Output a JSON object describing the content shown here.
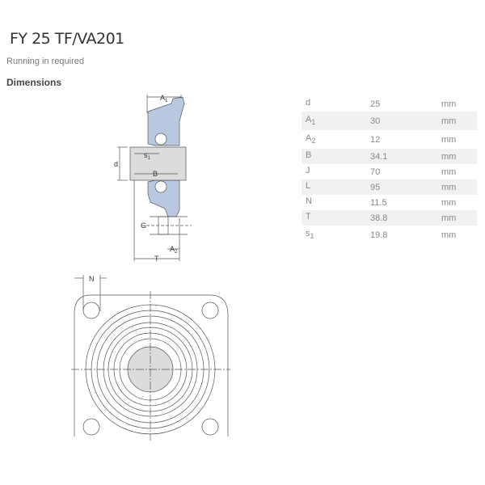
{
  "title": "FY 25 TF/VA201",
  "subtitle": "Running in required",
  "section": "Dimensions",
  "dimensions": [
    {
      "sym": "d",
      "sub": "",
      "value": "25",
      "unit": "mm"
    },
    {
      "sym": "A",
      "sub": "1",
      "value": "30",
      "unit": "mm"
    },
    {
      "sym": "A",
      "sub": "2",
      "value": "12",
      "unit": "mm"
    },
    {
      "sym": "B",
      "sub": "",
      "value": "34.1",
      "unit": "mm"
    },
    {
      "sym": "J",
      "sub": "",
      "value": "70",
      "unit": "mm"
    },
    {
      "sym": "L",
      "sub": "",
      "value": "95",
      "unit": "mm"
    },
    {
      "sym": "N",
      "sub": "",
      "value": "11.5",
      "unit": "mm"
    },
    {
      "sym": "T",
      "sub": "",
      "value": "38.8",
      "unit": "mm"
    },
    {
      "sym": "s",
      "sub": "1",
      "value": "19.8",
      "unit": "mm"
    }
  ],
  "drawing_labels": {
    "A1": "A",
    "A1s": "1",
    "s1": "s",
    "s1s": "1",
    "d": "d",
    "B": "B",
    "G": "G",
    "A2": "A",
    "A2s": "2",
    "T": "T",
    "N": "N"
  },
  "colors": {
    "housing": "#b9c8e0",
    "shaft": "#dcdcdc"
  }
}
